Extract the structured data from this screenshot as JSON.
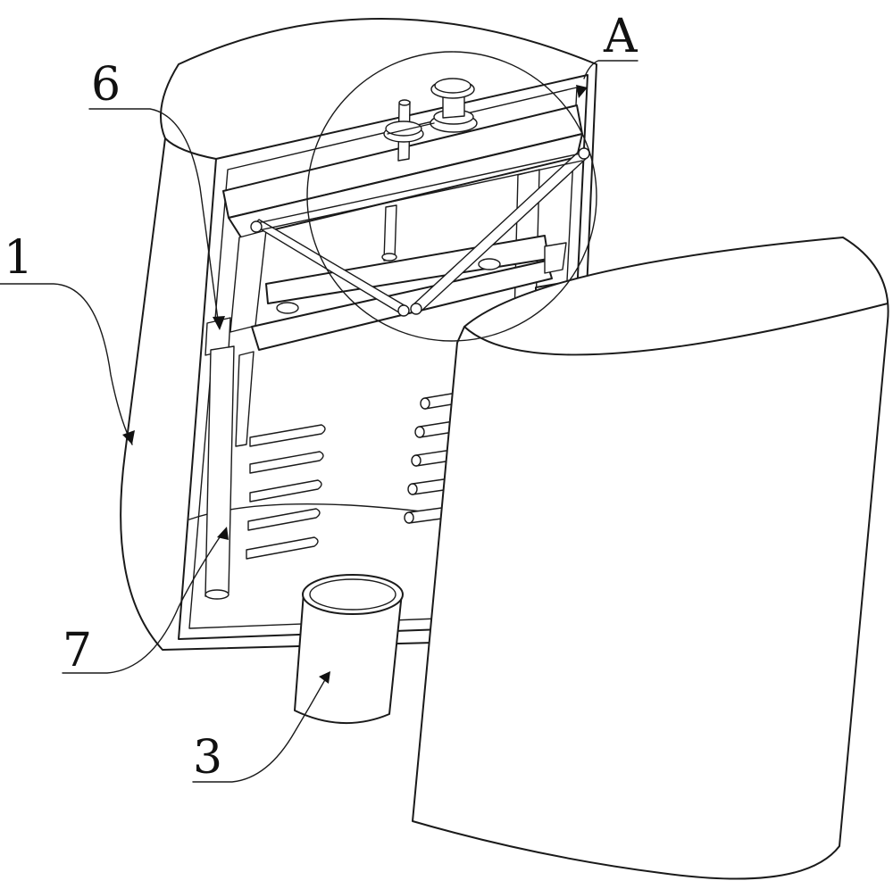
{
  "labels": {
    "part_1": "1",
    "part_3": "3",
    "part_6": "6",
    "part_7": "7",
    "detail_a": "A"
  }
}
